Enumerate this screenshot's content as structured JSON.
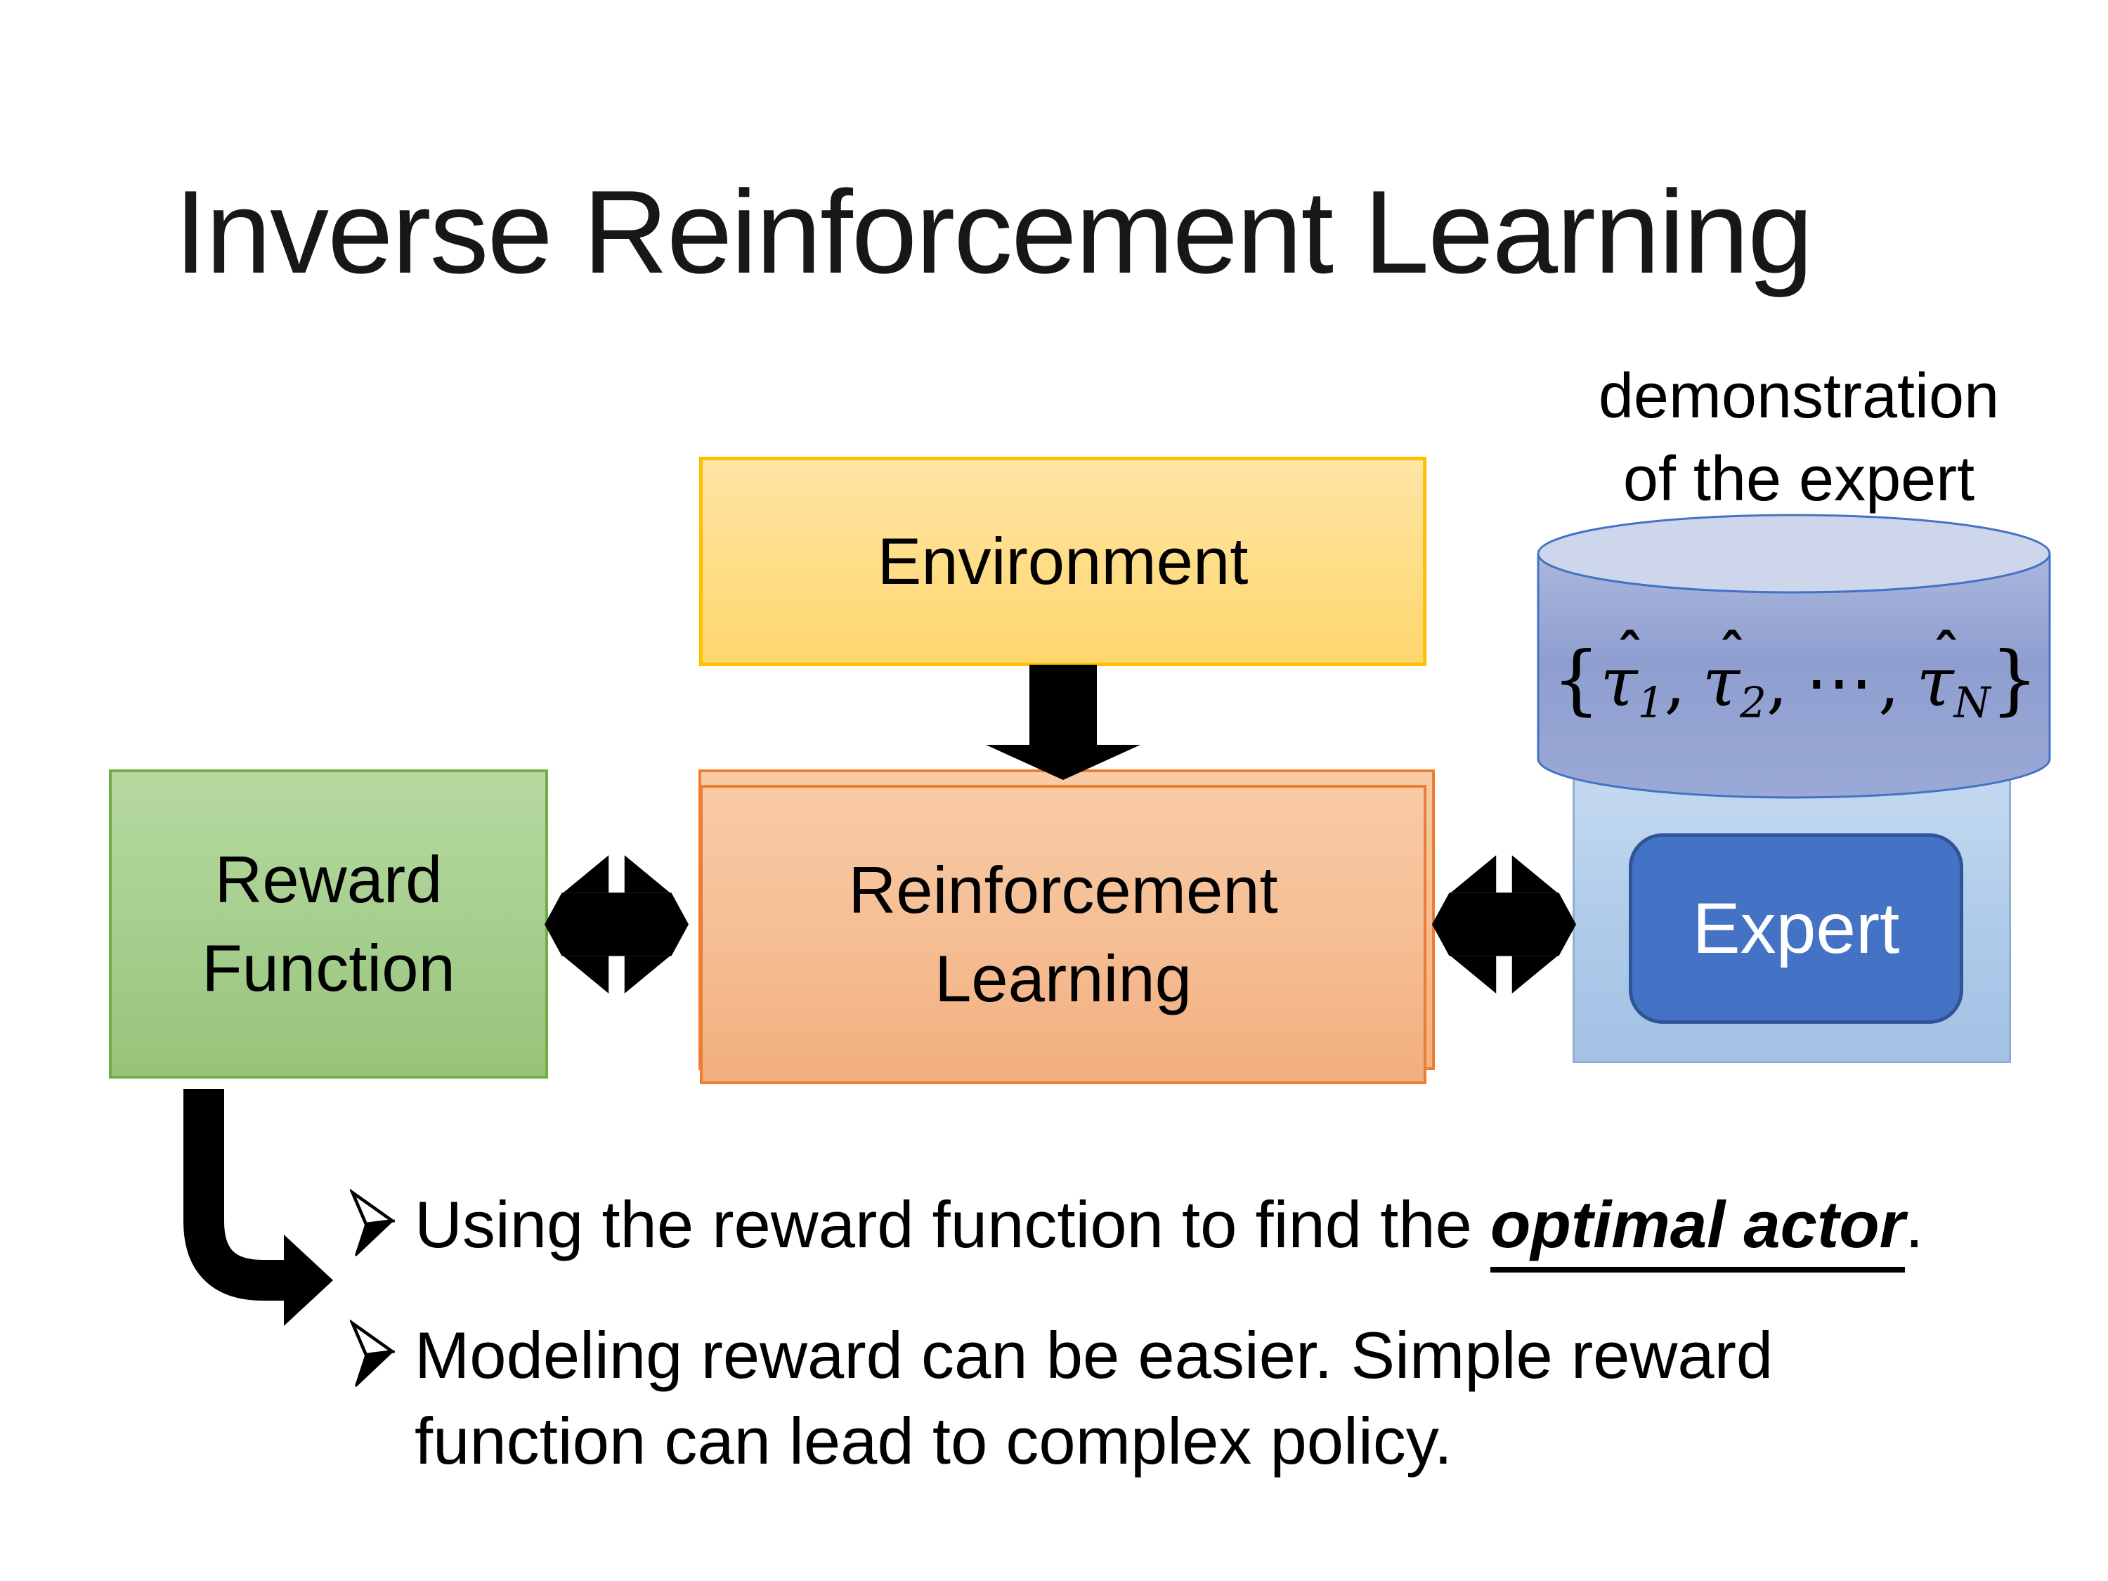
{
  "slide": {
    "title": "Inverse Reinforcement Learning",
    "demo_label": {
      "line1": "demonstration",
      "line2": "of the expert"
    },
    "boxes": {
      "environment": "Environment",
      "reward_function": {
        "line1": "Reward",
        "line2": "Function"
      },
      "reinforcement_learning": {
        "line1": "Reinforcement",
        "line2": "Learning"
      },
      "expert": "Expert"
    },
    "formula": {
      "open": "{",
      "tau": "τ",
      "hat": "ˆ",
      "sub1": "1",
      "sub2": "2",
      "subN": "N",
      "comma": ",",
      "dots": "⋯",
      "close": "}"
    },
    "bullets": {
      "b1_prefix": "Using the reward function to find the ",
      "b1_emphasis": "optimal actor",
      "b1_suffix": ".",
      "b2_line1": "Modeling reward can be easier. Simple reward",
      "b2_line2": "function can lead to complex policy."
    },
    "colors": {
      "environment_fill": "#FFDB7E",
      "environment_border": "#FFC000",
      "reward_fill": "#A5CE8D",
      "reward_border": "#70AD47",
      "rl_fill": "#F5BD92",
      "rl_border": "#ED7D31",
      "expert_panel_fill": "#AECBE9",
      "expert_box_fill": "#4472C4",
      "expert_box_border": "#2F5597",
      "cylinder_body_fill": "#97A6D3",
      "cylinder_top_fill": "#CED6EC",
      "cylinder_border": "#4472C4",
      "arrow_color": "#000000",
      "text_color": "#000000"
    }
  }
}
